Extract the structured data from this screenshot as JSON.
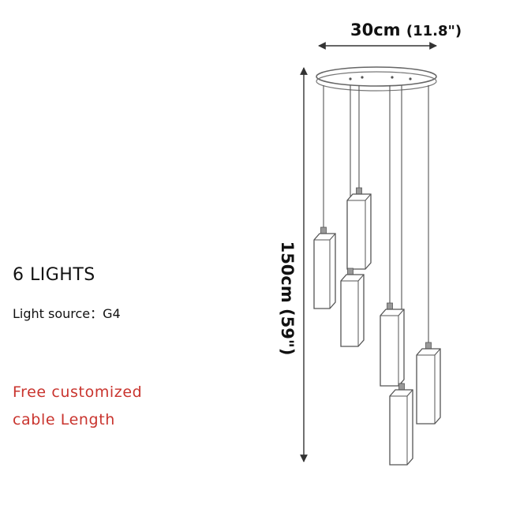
{
  "left_text": {
    "title": "6 LIGHTS",
    "light_source": "Light source：G4",
    "note_line_1": "Free customized",
    "note_line_2": "cable Length"
  },
  "dimensions": {
    "width_cm": "30cm",
    "width_in": "(11.8\")",
    "height": "150cm (59\")"
  },
  "colors": {
    "note_red": "#c9342e",
    "line_gray": "#555555"
  }
}
